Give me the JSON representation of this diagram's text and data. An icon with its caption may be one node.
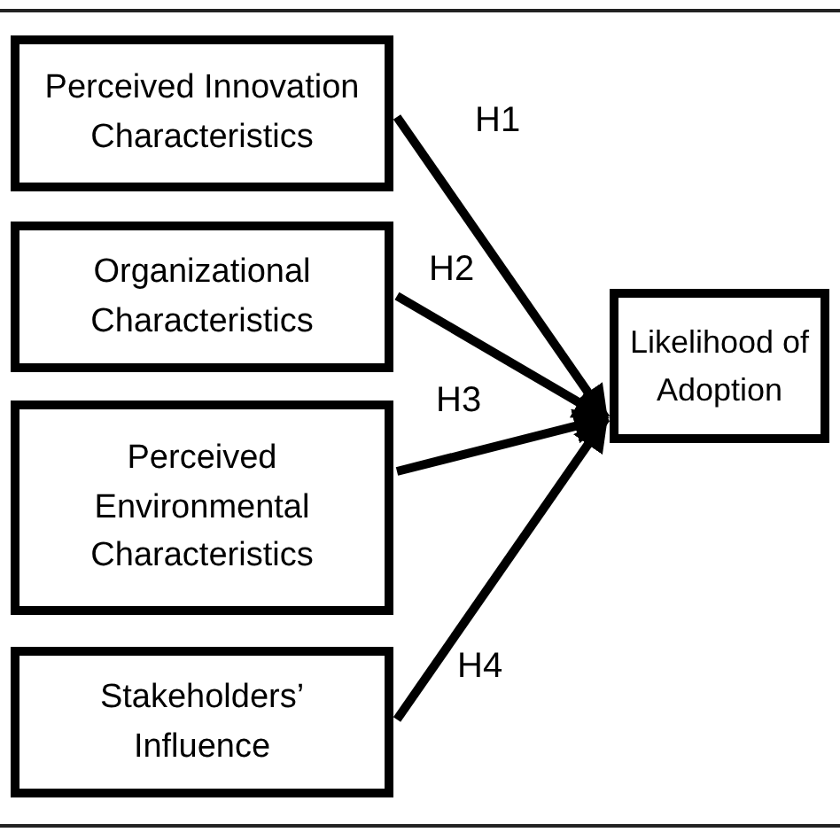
{
  "diagram": {
    "nodes": [
      {
        "text": [
          "Perceived Innovation Characteristics"
        ]
      },
      {
        "text": [
          "Organizational Characteristics"
        ]
      },
      {
        "text": [
          "Perceived Environmental Characteristics"
        ]
      },
      {
        "text": [
          "Stakeholders’ Influence"
        ]
      },
      {
        "text": [
          "Likelihood of Adoption"
        ]
      }
    ],
    "edges": [
      {
        "from": 0,
        "to": 4,
        "arrow": "to",
        "label": "H1"
      },
      {
        "from": 1,
        "to": 4,
        "arrow": "to",
        "label": "H2"
      },
      {
        "from": 2,
        "to": 4,
        "arrow": "to",
        "label": "H3"
      },
      {
        "from": 3,
        "to": 4,
        "arrow": "to",
        "label": "H4"
      }
    ]
  }
}
